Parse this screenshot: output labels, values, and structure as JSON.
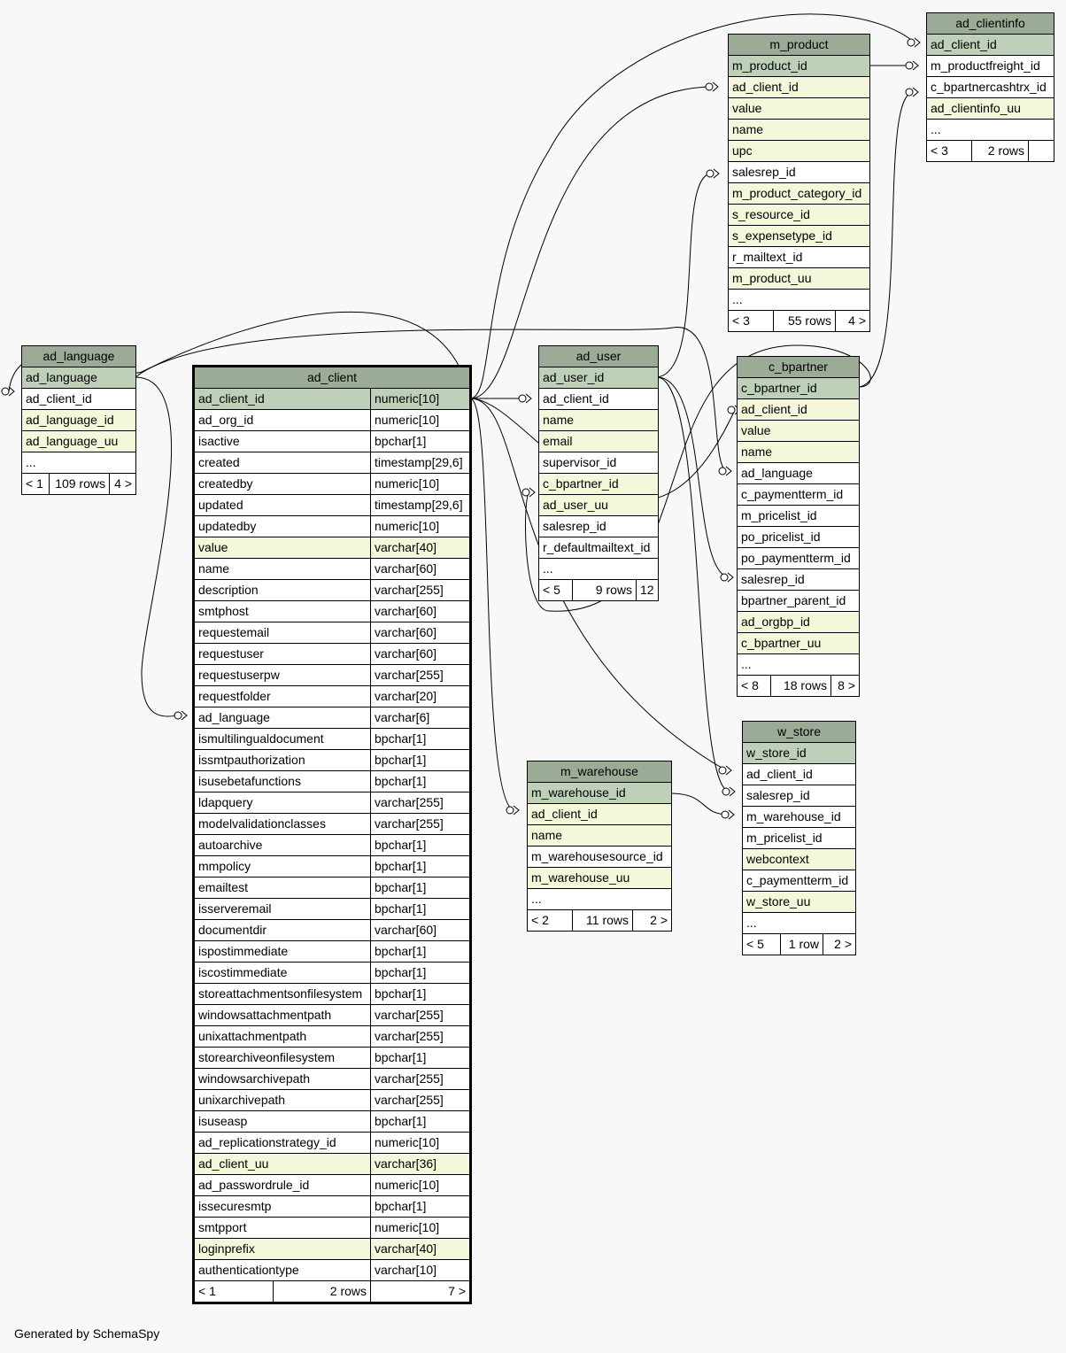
{
  "footer": "Generated by SchemaSpy",
  "tables": [
    {
      "id": "ad_clientinfo",
      "title": "ad_clientinfo",
      "focus": false,
      "columns": [
        {
          "name": "ad_client_id",
          "kind": "pk"
        },
        {
          "name": "m_productfreight_id",
          "kind": "plain"
        },
        {
          "name": "c_bpartnercashtrx_id",
          "kind": "plain"
        },
        {
          "name": "ad_clientinfo_uu",
          "kind": "idx"
        },
        {
          "name": "...",
          "kind": "plain"
        }
      ],
      "footer": [
        "< 3",
        "2 rows",
        ""
      ]
    },
    {
      "id": "m_product",
      "title": "m_product",
      "focus": false,
      "columns": [
        {
          "name": "m_product_id",
          "kind": "pk"
        },
        {
          "name": "ad_client_id",
          "kind": "idx"
        },
        {
          "name": "value",
          "kind": "idx"
        },
        {
          "name": "name",
          "kind": "idx"
        },
        {
          "name": "upc",
          "kind": "idx"
        },
        {
          "name": "salesrep_id",
          "kind": "plain"
        },
        {
          "name": "m_product_category_id",
          "kind": "idx"
        },
        {
          "name": "s_resource_id",
          "kind": "idx"
        },
        {
          "name": "s_expensetype_id",
          "kind": "idx"
        },
        {
          "name": "r_mailtext_id",
          "kind": "plain"
        },
        {
          "name": "m_product_uu",
          "kind": "idx"
        },
        {
          "name": "...",
          "kind": "plain"
        }
      ],
      "footer": [
        "< 3",
        "55 rows",
        "4 >"
      ]
    },
    {
      "id": "ad_language",
      "title": "ad_language",
      "focus": false,
      "columns": [
        {
          "name": "ad_language",
          "kind": "pk"
        },
        {
          "name": "ad_client_id",
          "kind": "plain"
        },
        {
          "name": "ad_language_id",
          "kind": "idx"
        },
        {
          "name": "ad_language_uu",
          "kind": "idx"
        },
        {
          "name": "...",
          "kind": "plain"
        }
      ],
      "footer": [
        "< 1",
        "109 rows",
        "4 >"
      ]
    },
    {
      "id": "ad_client",
      "title": "ad_client",
      "focus": true,
      "columns": [
        {
          "name": "ad_client_id",
          "type": "numeric[10]",
          "kind": "pk"
        },
        {
          "name": "ad_org_id",
          "type": "numeric[10]",
          "kind": "plain"
        },
        {
          "name": "isactive",
          "type": "bpchar[1]",
          "kind": "plain"
        },
        {
          "name": "created",
          "type": "timestamp[29,6]",
          "kind": "plain"
        },
        {
          "name": "createdby",
          "type": "numeric[10]",
          "kind": "plain"
        },
        {
          "name": "updated",
          "type": "timestamp[29,6]",
          "kind": "plain"
        },
        {
          "name": "updatedby",
          "type": "numeric[10]",
          "kind": "plain"
        },
        {
          "name": "value",
          "type": "varchar[40]",
          "kind": "idx"
        },
        {
          "name": "name",
          "type": "varchar[60]",
          "kind": "plain"
        },
        {
          "name": "description",
          "type": "varchar[255]",
          "kind": "plain"
        },
        {
          "name": "smtphost",
          "type": "varchar[60]",
          "kind": "plain"
        },
        {
          "name": "requestemail",
          "type": "varchar[60]",
          "kind": "plain"
        },
        {
          "name": "requestuser",
          "type": "varchar[60]",
          "kind": "plain"
        },
        {
          "name": "requestuserpw",
          "type": "varchar[255]",
          "kind": "plain"
        },
        {
          "name": "requestfolder",
          "type": "varchar[20]",
          "kind": "plain"
        },
        {
          "name": "ad_language",
          "type": "varchar[6]",
          "kind": "plain"
        },
        {
          "name": "ismultilingualdocument",
          "type": "bpchar[1]",
          "kind": "plain"
        },
        {
          "name": "issmtpauthorization",
          "type": "bpchar[1]",
          "kind": "plain"
        },
        {
          "name": "isusebetafunctions",
          "type": "bpchar[1]",
          "kind": "plain"
        },
        {
          "name": "ldapquery",
          "type": "varchar[255]",
          "kind": "plain"
        },
        {
          "name": "modelvalidationclasses",
          "type": "varchar[255]",
          "kind": "plain"
        },
        {
          "name": "autoarchive",
          "type": "bpchar[1]",
          "kind": "plain"
        },
        {
          "name": "mmpolicy",
          "type": "bpchar[1]",
          "kind": "plain"
        },
        {
          "name": "emailtest",
          "type": "bpchar[1]",
          "kind": "plain"
        },
        {
          "name": "isserveremail",
          "type": "bpchar[1]",
          "kind": "plain"
        },
        {
          "name": "documentdir",
          "type": "varchar[60]",
          "kind": "plain"
        },
        {
          "name": "ispostimmediate",
          "type": "bpchar[1]",
          "kind": "plain"
        },
        {
          "name": "iscostimmediate",
          "type": "bpchar[1]",
          "kind": "plain"
        },
        {
          "name": "storeattachmentsonfilesystem",
          "type": "bpchar[1]",
          "kind": "plain"
        },
        {
          "name": "windowsattachmentpath",
          "type": "varchar[255]",
          "kind": "plain"
        },
        {
          "name": "unixattachmentpath",
          "type": "varchar[255]",
          "kind": "plain"
        },
        {
          "name": "storearchiveonfilesystem",
          "type": "bpchar[1]",
          "kind": "plain"
        },
        {
          "name": "windowsarchivepath",
          "type": "varchar[255]",
          "kind": "plain"
        },
        {
          "name": "unixarchivepath",
          "type": "varchar[255]",
          "kind": "plain"
        },
        {
          "name": "isuseasp",
          "type": "bpchar[1]",
          "kind": "plain"
        },
        {
          "name": "ad_replicationstrategy_id",
          "type": "numeric[10]",
          "kind": "plain"
        },
        {
          "name": "ad_client_uu",
          "type": "varchar[36]",
          "kind": "idx"
        },
        {
          "name": "ad_passwordrule_id",
          "type": "numeric[10]",
          "kind": "plain"
        },
        {
          "name": "issecuresmtp",
          "type": "bpchar[1]",
          "kind": "plain"
        },
        {
          "name": "smtpport",
          "type": "numeric[10]",
          "kind": "plain"
        },
        {
          "name": "loginprefix",
          "type": "varchar[40]",
          "kind": "idx"
        },
        {
          "name": "authenticationtype",
          "type": "varchar[10]",
          "kind": "plain"
        }
      ],
      "footer": [
        "< 1",
        "2 rows",
        "7 >"
      ]
    },
    {
      "id": "ad_user",
      "title": "ad_user",
      "focus": false,
      "columns": [
        {
          "name": "ad_user_id",
          "kind": "pk"
        },
        {
          "name": "ad_client_id",
          "kind": "plain"
        },
        {
          "name": "name",
          "kind": "idx"
        },
        {
          "name": "email",
          "kind": "idx"
        },
        {
          "name": "supervisor_id",
          "kind": "plain"
        },
        {
          "name": "c_bpartner_id",
          "kind": "idx"
        },
        {
          "name": "ad_user_uu",
          "kind": "idx"
        },
        {
          "name": "salesrep_id",
          "kind": "plain"
        },
        {
          "name": "r_defaultmailtext_id",
          "kind": "plain"
        },
        {
          "name": "...",
          "kind": "plain"
        }
      ],
      "footer": [
        "< 5",
        "9 rows",
        "12 >"
      ]
    },
    {
      "id": "c_bpartner",
      "title": "c_bpartner",
      "focus": false,
      "columns": [
        {
          "name": "c_bpartner_id",
          "kind": "pk"
        },
        {
          "name": "ad_client_id",
          "kind": "idx"
        },
        {
          "name": "value",
          "kind": "idx"
        },
        {
          "name": "name",
          "kind": "idx"
        },
        {
          "name": "ad_language",
          "kind": "plain"
        },
        {
          "name": "c_paymentterm_id",
          "kind": "plain"
        },
        {
          "name": "m_pricelist_id",
          "kind": "plain"
        },
        {
          "name": "po_pricelist_id",
          "kind": "plain"
        },
        {
          "name": "po_paymentterm_id",
          "kind": "plain"
        },
        {
          "name": "salesrep_id",
          "kind": "plain"
        },
        {
          "name": "bpartner_parent_id",
          "kind": "plain"
        },
        {
          "name": "ad_orgbp_id",
          "kind": "idx"
        },
        {
          "name": "c_bpartner_uu",
          "kind": "idx"
        },
        {
          "name": "...",
          "kind": "plain"
        }
      ],
      "footer": [
        "< 8",
        "18 rows",
        "8 >"
      ]
    },
    {
      "id": "w_store",
      "title": "w_store",
      "focus": false,
      "columns": [
        {
          "name": "w_store_id",
          "kind": "pk"
        },
        {
          "name": "ad_client_id",
          "kind": "plain"
        },
        {
          "name": "salesrep_id",
          "kind": "plain"
        },
        {
          "name": "m_warehouse_id",
          "kind": "plain"
        },
        {
          "name": "m_pricelist_id",
          "kind": "plain"
        },
        {
          "name": "webcontext",
          "kind": "idx"
        },
        {
          "name": "c_paymentterm_id",
          "kind": "plain"
        },
        {
          "name": "w_store_uu",
          "kind": "idx"
        },
        {
          "name": "...",
          "kind": "plain"
        }
      ],
      "footer": [
        "< 5",
        "1 row",
        "2 >"
      ]
    },
    {
      "id": "m_warehouse",
      "title": "m_warehouse",
      "focus": false,
      "columns": [
        {
          "name": "m_warehouse_id",
          "kind": "pk"
        },
        {
          "name": "ad_client_id",
          "kind": "idx"
        },
        {
          "name": "name",
          "kind": "idx"
        },
        {
          "name": "m_warehousesource_id",
          "kind": "plain"
        },
        {
          "name": "m_warehouse_uu",
          "kind": "idx"
        },
        {
          "name": "...",
          "kind": "plain"
        }
      ],
      "footer": [
        "< 2",
        "11 rows",
        "2 >"
      ]
    }
  ]
}
